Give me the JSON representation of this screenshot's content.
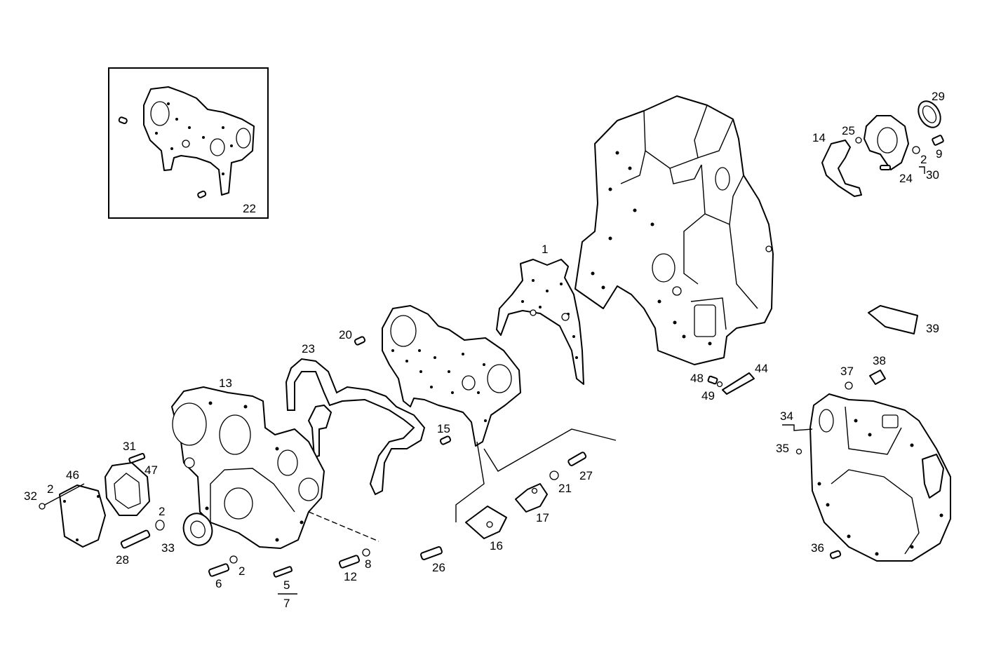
{
  "labels": {
    "l1": "1",
    "l2a": "2",
    "l2b": "2",
    "l2c": "2",
    "l2d": "2",
    "l5": "5",
    "l6": "6",
    "l7": "7",
    "l8": "8",
    "l9": "9",
    "l12": "12",
    "l13": "13",
    "l14": "14",
    "l15": "15",
    "l16": "16",
    "l17": "17",
    "l20": "20",
    "l21": "21",
    "l22": "22",
    "l23": "23",
    "l24": "24",
    "l25": "25",
    "l26": "26",
    "l27": "27",
    "l28": "28",
    "l29": "29",
    "l30": "30",
    "l31": "31",
    "l32": "32",
    "l33": "33",
    "l34": "34",
    "l35": "35",
    "l36": "36",
    "l37": "37",
    "l38": "38",
    "l39": "39",
    "l44": "44",
    "l46": "46",
    "l47": "47",
    "l48": "48",
    "l49": "49"
  }
}
